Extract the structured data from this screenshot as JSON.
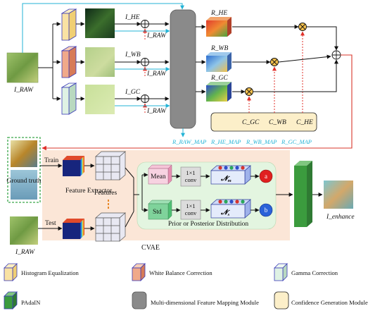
{
  "inputs": {
    "raw": "I_RAW",
    "he": "I_HE",
    "wb": "I_WB",
    "gc": "I_GC",
    "raw_small": "I_RAW"
  },
  "results": {
    "he": "R_HE",
    "wb": "R_WB",
    "gc": "R_GC"
  },
  "confidences": {
    "gc": "C_GC",
    "wb": "C_WB",
    "he": "C_HE"
  },
  "maps": {
    "raw": "R_RAW_MAP",
    "he": "R_HE_MAP",
    "wb": "R_WB_MAP",
    "gc": "R_GC_MAP"
  },
  "cvae": {
    "title": "CVAE",
    "train": "Train",
    "test": "Test",
    "ground_truth": "Ground truth",
    "feature_extractor": "Feature Extractor",
    "features": "Features",
    "mean": "Mean",
    "std": "Std",
    "conv": "1×1 conv",
    "n_m": "𝓝",
    "n_m_sub": "m",
    "n_s": "𝓝",
    "n_s_sub": "s",
    "a": "a",
    "b": "b",
    "distribution": "Prior or Posterior Distribution",
    "output": "I_enhance",
    "raw_bottom": "I_RAW"
  },
  "legend": [
    {
      "label": "Histogram Equalization",
      "color": "#f9e2a3"
    },
    {
      "label": "White Balance Correction",
      "color": "#f0a98a"
    },
    {
      "label": "Gamma Correction",
      "color": "#dff2e4"
    },
    {
      "label": "PAdaIN",
      "color": "#3b9b3e"
    },
    {
      "label": "Multi-dimensional Feature Mapping Module",
      "color": "#8a8a8a"
    },
    {
      "label": "Confidence Generation Module",
      "color": "#fcefc9"
    }
  ],
  "colors": {
    "arrow": "#111111",
    "skip": "#23b3d6",
    "dashed": "#e0302a",
    "feedback": "#d9352b",
    "cvae_bg": "#fbe6d7",
    "dist_bg": "#e3f5e0"
  }
}
